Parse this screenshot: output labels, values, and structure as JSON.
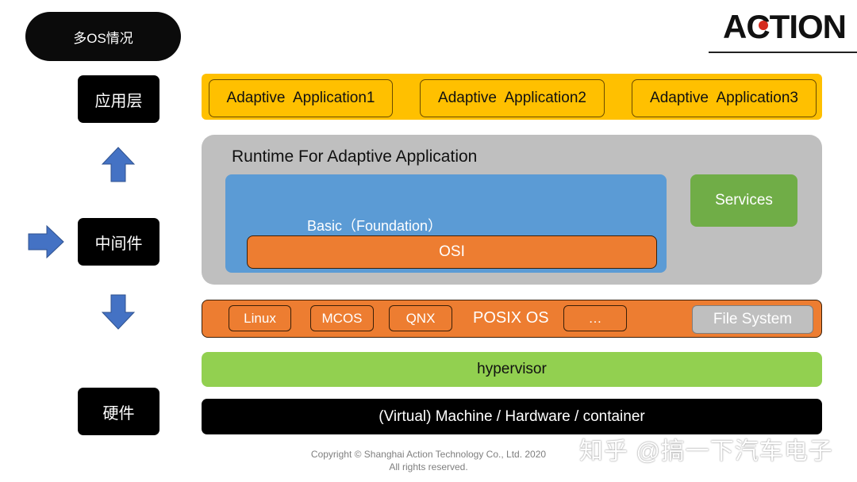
{
  "header": {
    "title": "多OS情况",
    "logo_text": "ACTION"
  },
  "layers": {
    "application": "应用层",
    "middleware": "中间件",
    "hardware": "硬件"
  },
  "applications": [
    "Adaptive  Application1",
    "Adaptive  Application2",
    "Adaptive  Application3"
  ],
  "runtime": {
    "title": "Runtime For Adaptive Application",
    "basic": "Basic（Foundation）",
    "osi": "OSI",
    "services": "Services"
  },
  "posix": {
    "systems": [
      "Linux",
      "MCOS",
      "QNX"
    ],
    "label": "POSIX OS",
    "more": "…",
    "file_system": "File System"
  },
  "hypervisor": "hypervisor",
  "hardware_bar": "(Virtual) Machine / Hardware / container",
  "footer": {
    "copyright_line1": "Copyright © Shanghai Action Technology Co., Ltd. 2020",
    "copyright_line2": "All rights reserved.",
    "watermark": "知乎 @搞一下汽车电子"
  },
  "colors": {
    "application": "#ffc000",
    "runtime": "#bfbfbf",
    "basic": "#5b9bd5",
    "osi": "#ed7d31",
    "services": "#70ad47",
    "posix": "#ed7d31",
    "hypervisor": "#92d050",
    "hardware": "#000000",
    "arrow": "#4472c4",
    "logo_accent": "#d52b1e"
  }
}
